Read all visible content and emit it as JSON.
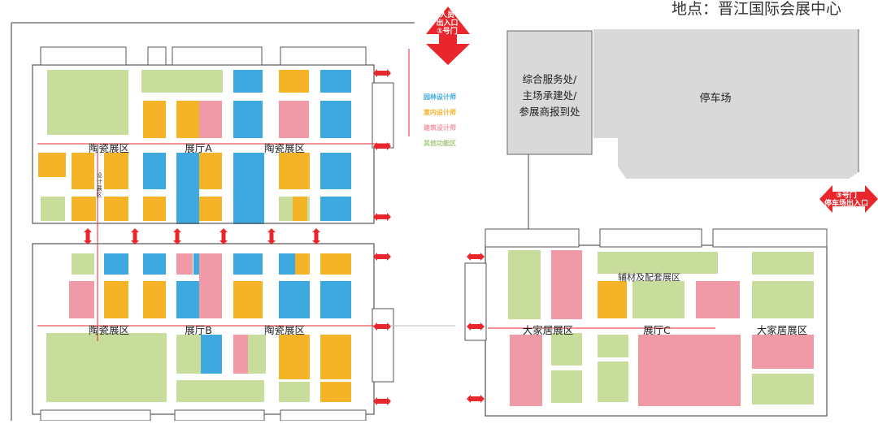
{
  "title": "地点：晋江国际会展中心",
  "legend": [
    {
      "label": "园林设计师",
      "color": "#3ea9de"
    },
    {
      "label": "室内设计师",
      "color": "#f5b328"
    },
    {
      "label": "建筑设计师",
      "color": "#ef9aa6"
    },
    {
      "label": "其他功能区",
      "color": "#c8dd9c"
    }
  ],
  "colors": {
    "blue": "#3ea9de",
    "orange": "#f5b328",
    "pink": "#ef9aa6",
    "green": "#c8dd9c",
    "gray": "#d9d9d9",
    "red": "#e8262b"
  },
  "gates": {
    "gate1": {
      "line1": "人员",
      "line2": "出入口",
      "line3": "①号门"
    },
    "gate3": {
      "line1": "③号门",
      "line2": "停车场出入口"
    }
  },
  "hall_a": {
    "label": "展厅A",
    "zone_left": "陶瓷展区",
    "zone_right": "陶瓷展区"
  },
  "hall_b": {
    "label": "展厅B",
    "zone_left": "陶瓷展区",
    "zone_right": "陶瓷展区"
  },
  "hall_c": {
    "label": "展厅C",
    "zone_left": "大家居展区",
    "zone_right": "大家居展区",
    "zone_top_partial": "辅材及配套展区"
  },
  "service_office": {
    "line1": "综合服务处/",
    "line2": "主场承建处/",
    "line3": "参展商报到处"
  },
  "parking": {
    "label": "停车场"
  },
  "corridor_label": "设计展区"
}
